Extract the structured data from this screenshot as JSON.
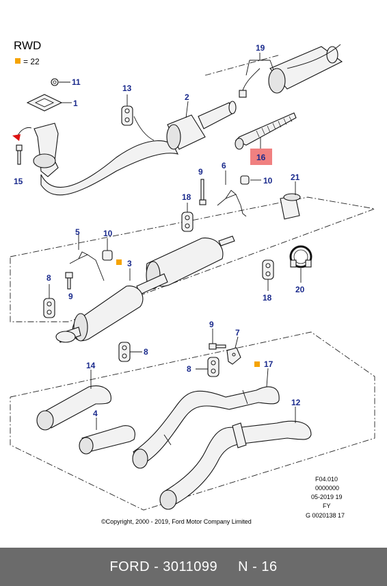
{
  "title": "RWD",
  "legend": {
    "marker_color": "#f5a300",
    "text": "= 22"
  },
  "callouts": [
    "1",
    "2",
    "3",
    "4",
    "5",
    "6",
    "7",
    "8",
    "9",
    "10",
    "11",
    "12",
    "13",
    "14",
    "15",
    "16",
    "17",
    "18",
    "19",
    "20",
    "21"
  ],
  "highlight": {
    "label": "16",
    "color": "#f08080"
  },
  "ref_block": [
    "F04.010",
    "0000000",
    "05-2019 19",
    "FY",
    "G 0020138 17"
  ],
  "copyright": "©Copyright, 2000 - 2019, Ford Motor Company Limited",
  "footer": {
    "part_number": "FORD - 3011099",
    "position": "N - 16"
  },
  "colors": {
    "callout_text": "#1a2a8c",
    "footer_bg": "#6b6b6b",
    "marker": "#f5a300"
  }
}
